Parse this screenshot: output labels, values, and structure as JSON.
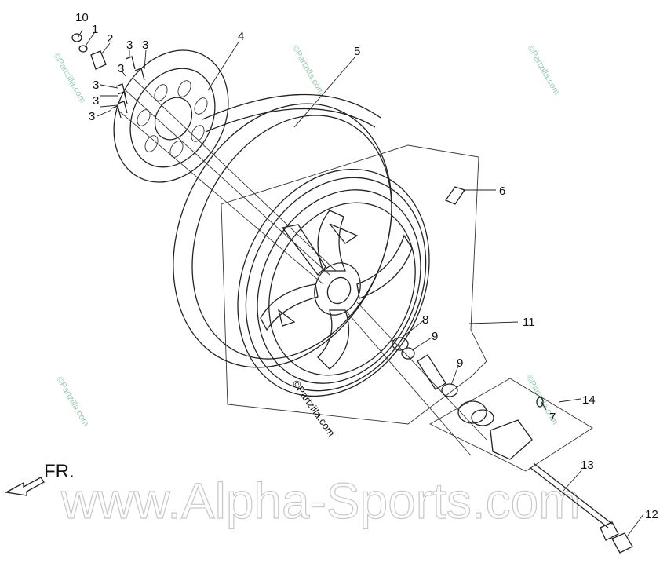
{
  "diagram": {
    "callouts": [
      "10",
      "1",
      "2",
      "3",
      "3",
      "3",
      "3",
      "3",
      "3",
      "4",
      "5",
      "6",
      "11",
      "8",
      "9",
      "9",
      "14",
      "7",
      "13",
      "12"
    ],
    "direction_label": "FR.",
    "watermark_main": "www.Alpha-Sports.com",
    "watermark_small": "©Partzilla.com",
    "stamp": "©Partzilla.com"
  },
  "colors": {
    "line": "#222222",
    "watermark_green": "#3fa66a",
    "watermark_gray": "#c8c8c8"
  }
}
